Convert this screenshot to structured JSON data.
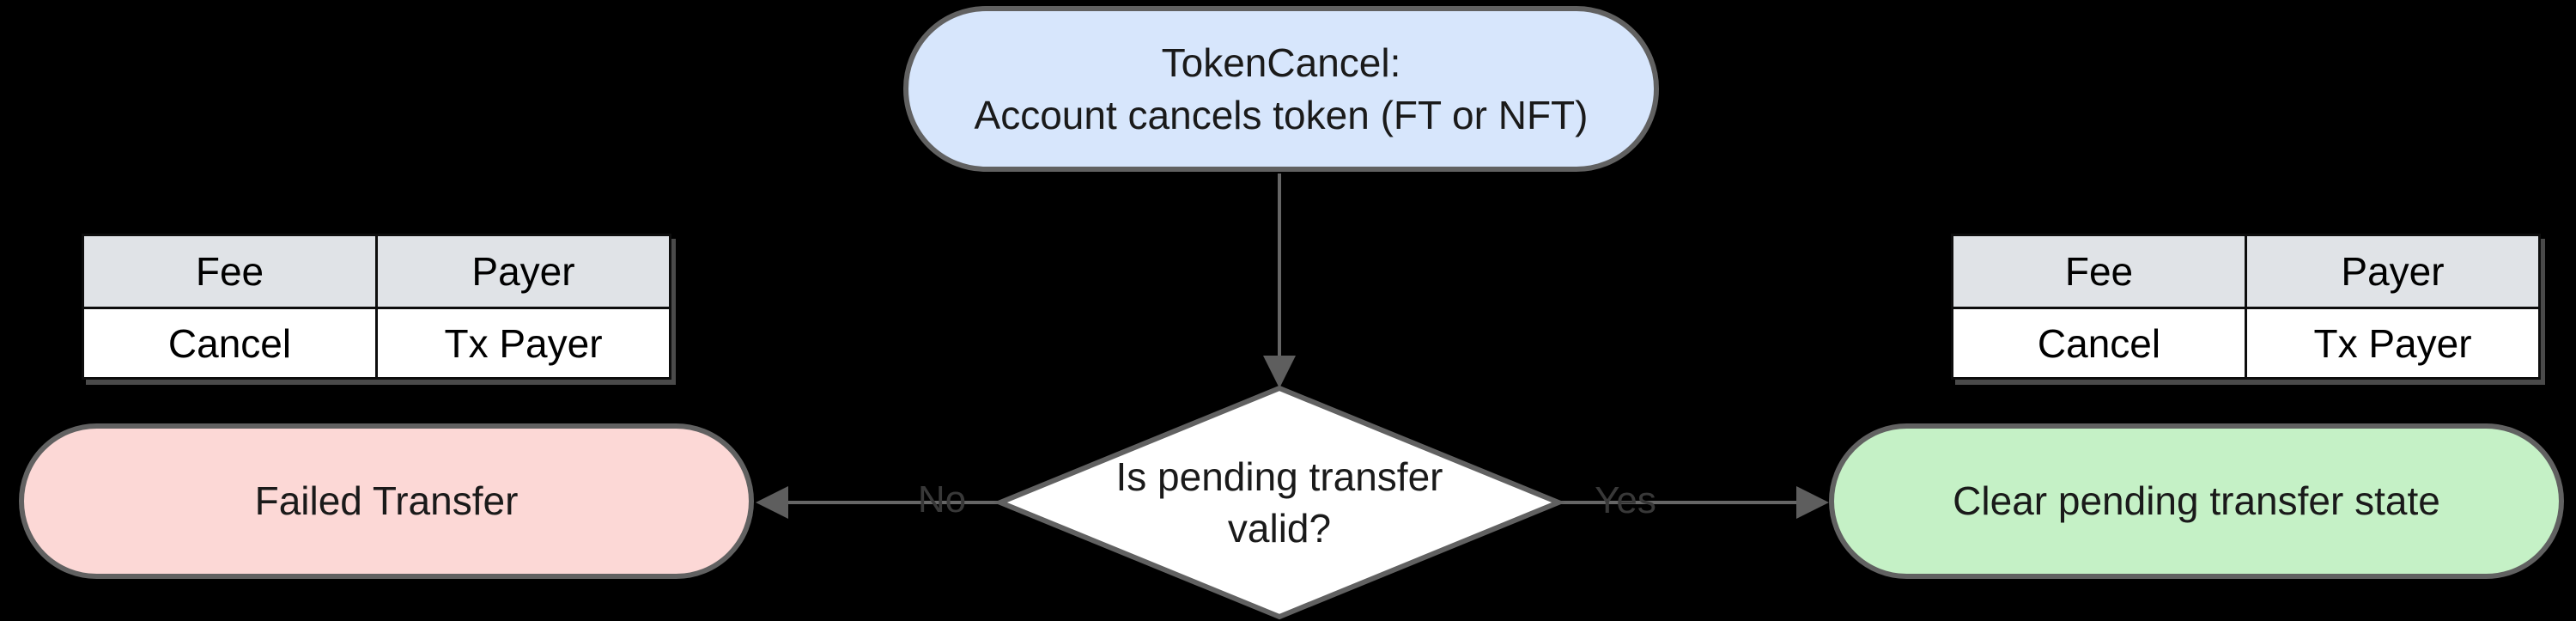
{
  "diagram": {
    "start_node": {
      "line1": "TokenCancel:",
      "line2": "Account cancels token (FT or NFT)"
    },
    "decision_node": {
      "line1": "Is pending transfer",
      "line2": "valid?"
    },
    "failed_node": {
      "label": "Failed Transfer"
    },
    "clear_node": {
      "label": "Clear pending transfer state"
    },
    "edges": {
      "no_label": "No",
      "yes_label": "Yes"
    },
    "fee_table": {
      "headers": [
        "Fee",
        "Payer"
      ],
      "rows": [
        [
          "Cancel",
          "Tx Payer"
        ]
      ]
    },
    "colors": {
      "background": "#000000",
      "start_fill": "#d7e6fc",
      "decision_fill": "#ffffff",
      "failed_fill": "#fcd8d6",
      "clear_fill": "#c5f1c6",
      "node_border": "#616161",
      "node_text": "#1a1a1a",
      "edge_line": "#666666",
      "edge_arrowhead": "#5e5e5e",
      "edge_label_text": "#383838",
      "table_header_fill": "#e0e3e7",
      "table_body_fill": "#ffffff",
      "table_border": "#0d0d0d"
    }
  }
}
